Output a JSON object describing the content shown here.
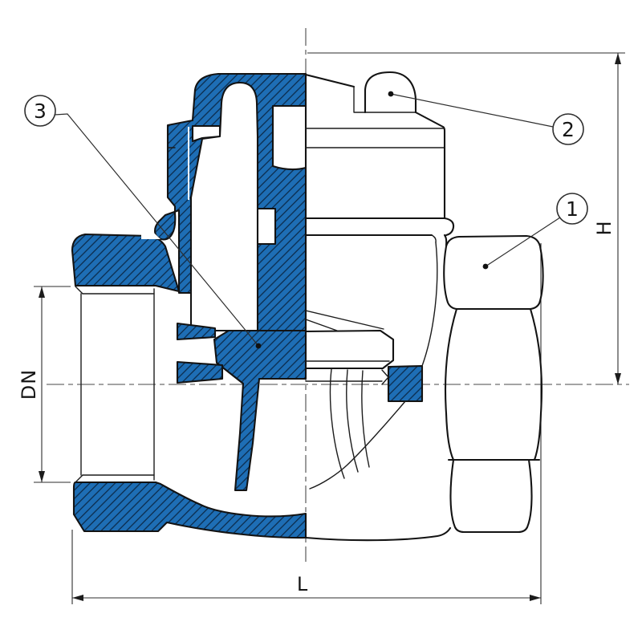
{
  "drawing": {
    "title": "check-valve-half-section",
    "dimensions": {
      "bore_label": "DN",
      "length_label": "L",
      "height_label": "H"
    },
    "callouts": [
      {
        "number": "1"
      },
      {
        "number": "2"
      },
      {
        "number": "3"
      }
    ],
    "colors": {
      "section_fill": "#1e6eb5",
      "hatch_line": "#0d3154",
      "outline": "#131313",
      "background": "#ffffff"
    }
  }
}
